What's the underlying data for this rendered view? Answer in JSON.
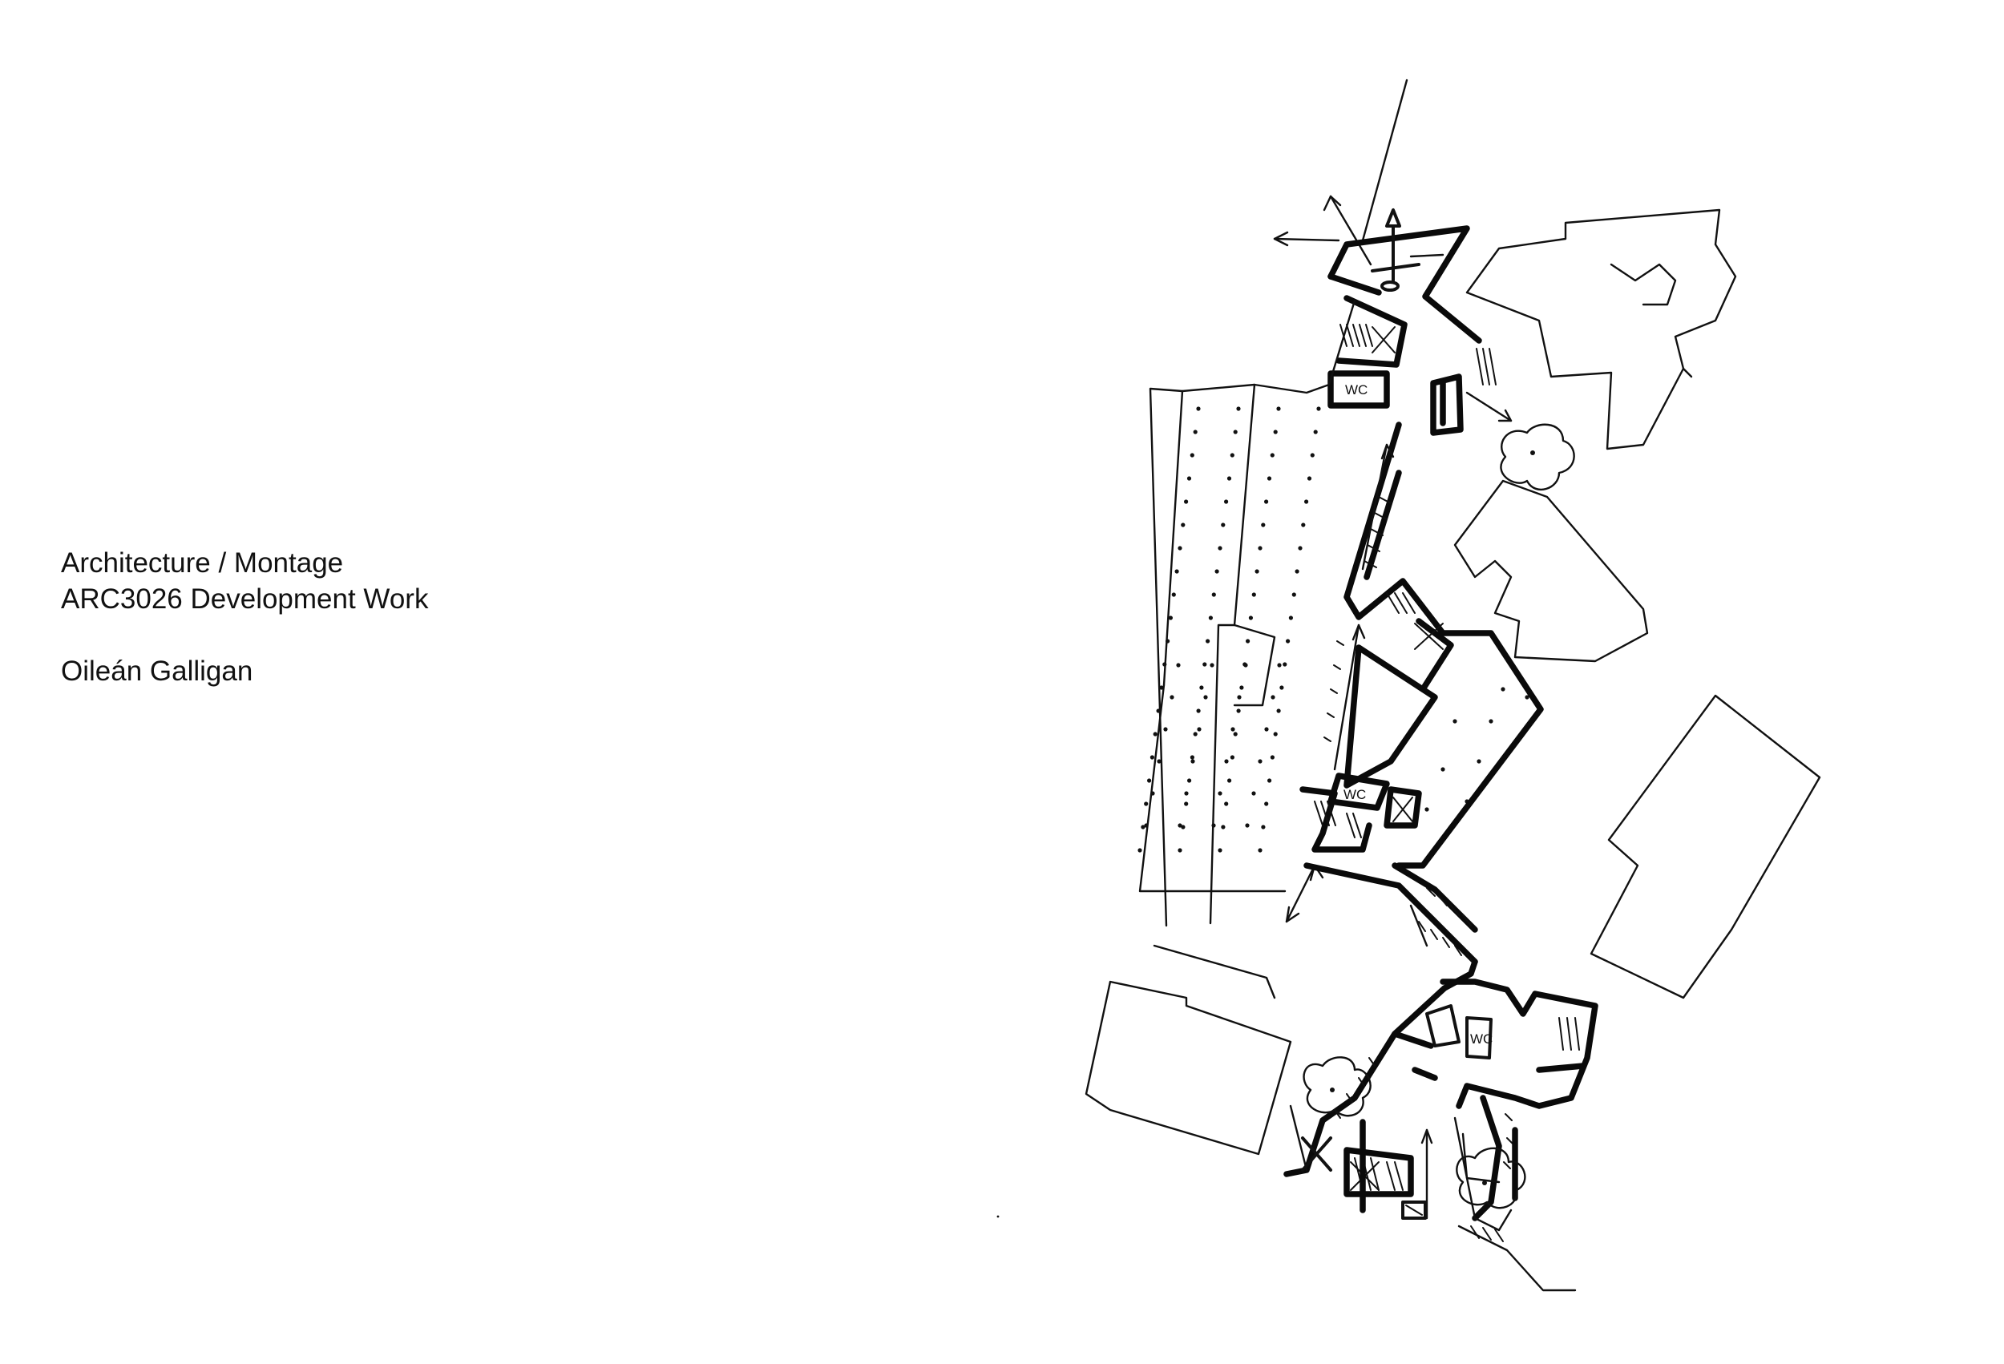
{
  "caption": {
    "line1": "Architecture / Montage",
    "line2": "ARC3026 Development Work",
    "author": "Oileán Galligan"
  },
  "plan": {
    "labels": {
      "wc_north": "WC",
      "wc_middle": "WC",
      "wc_south": "WC"
    },
    "ink_color": "#111111"
  }
}
